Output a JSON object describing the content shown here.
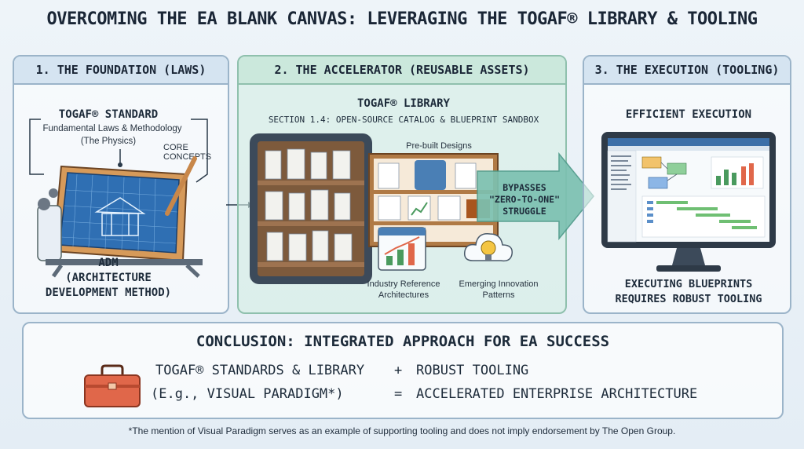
{
  "title": "OVERCOMING THE EA BLANK CANVAS: LEVERAGING THE TOGAF® LIBRARY & TOOLING",
  "panel1": {
    "header": "1. THE FOUNDATION (LAWS)",
    "standard_title": "TOGAF® STANDARD",
    "standard_sub1": "Fundamental Laws & Methodology",
    "standard_sub2": "(The Physics)",
    "core_concepts": "CORE CONCEPTS",
    "adm_line1": "ADM",
    "adm_line2": "(ARCHITECTURE",
    "adm_line3": "DEVELOPMENT METHOD)"
  },
  "panel2": {
    "header": "2. THE ACCELERATOR (REUSABLE ASSETS)",
    "library_title": "TOGAF® LIBRARY",
    "library_sub": "SECTION 1.4: OPEN-SOURCE CATALOG & BLUEPRINT SANDBOX",
    "prebuilt": "Pre-built Designs",
    "industry1": "Industry Reference",
    "industry2": "Architectures",
    "emerging1": "Emerging Innovation",
    "emerging2": "Patterns",
    "bypass1": "BYPASSES",
    "bypass2": "\"ZERO-TO-ONE\"",
    "bypass3": "STRUGGLE"
  },
  "panel3": {
    "header": "3. THE EXECUTION (TOOLING)",
    "efficient": "EFFICIENT EXECUTION",
    "exec1": "EXECUTING BLUEPRINTS",
    "exec2": "REQUIRES ROBUST TOOLING"
  },
  "conclusion": {
    "title": "CONCLUSION: INTEGRATED APPROACH FOR EA SUCCESS",
    "left1": "TOGAF® STANDARDS & LIBRARY",
    "left2": "(E.g., VISUAL PARADIGM*)",
    "plus": "+",
    "equals": "=",
    "right1": "ROBUST TOOLING",
    "right2": "ACCELERATED ENTERPRISE ARCHITECTURE"
  },
  "footnote": "*The mention of Visual Paradigm serves as an example of supporting tooling and does not imply endorsement by The Open Group.",
  "colors": {
    "blueprint": "#2f6fb3",
    "shelf": "#b07a45",
    "arrow": "#7cc1b1",
    "toolbox": "#e0674a"
  }
}
